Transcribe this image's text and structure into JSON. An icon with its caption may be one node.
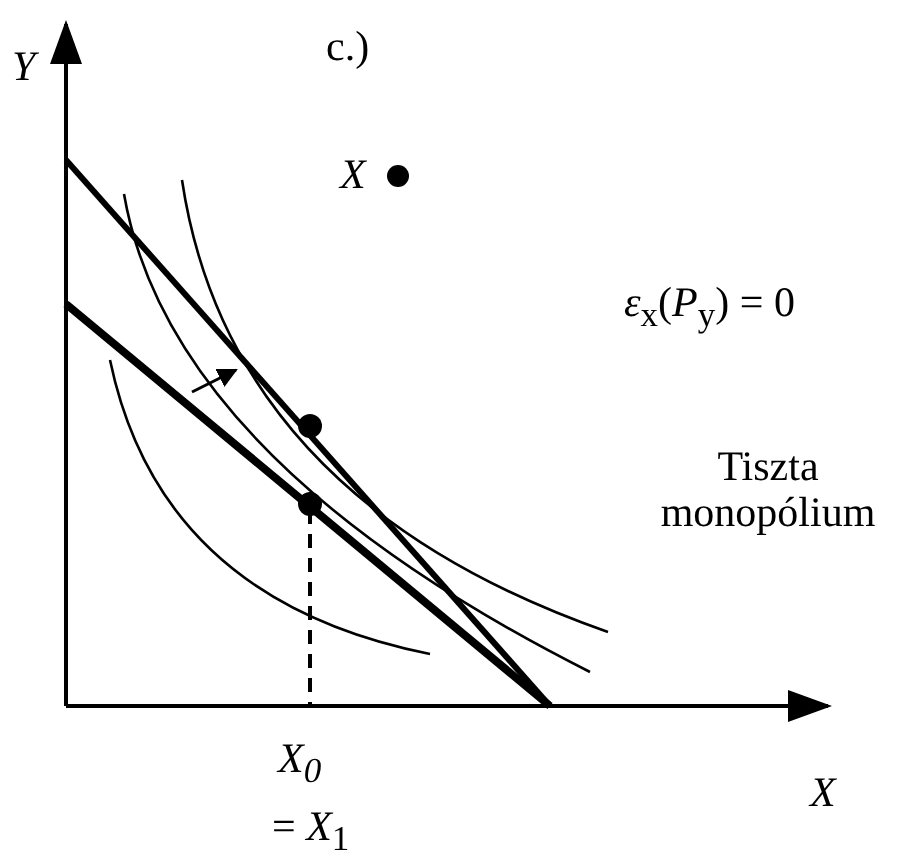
{
  "diagram": {
    "title": "c.)",
    "labels": [
      "Y",
      "X",
      "*ε*$_{x}$(*P*$_{y}$) = 0",
      "Tiszta monopólium",
      "*X*$_{0}$",
      "= *X*$_{1}$",
      "X"
    ]
  }
}
